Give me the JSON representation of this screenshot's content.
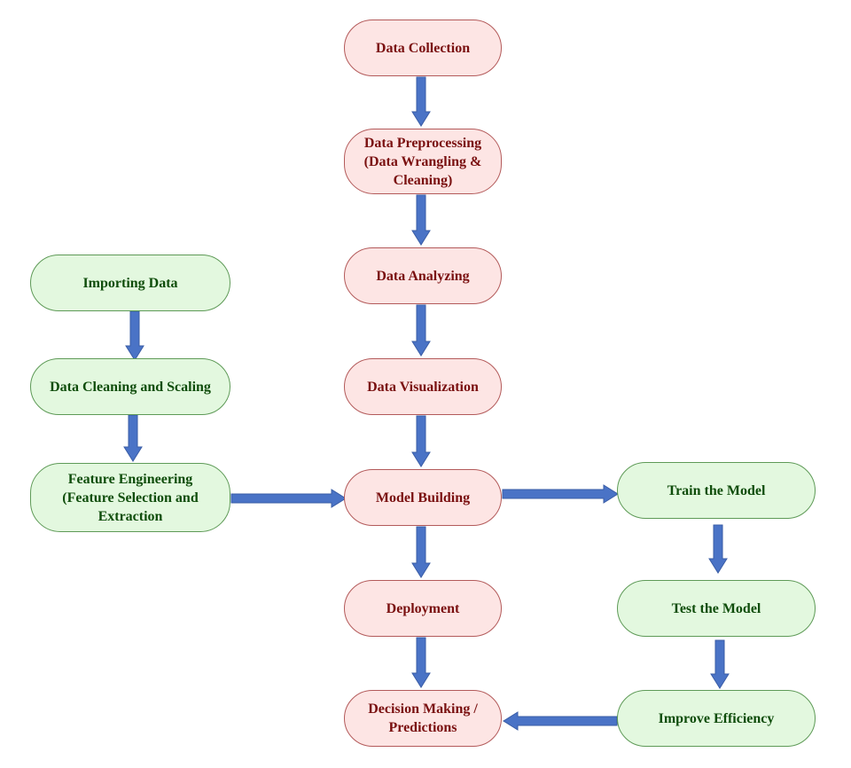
{
  "colors": {
    "main_fill": "#fde5e4",
    "main_text": "#7a1010",
    "side_fill": "#e3f8df",
    "side_text": "#0f4d0b",
    "arrow": "#4a73c6"
  },
  "main_flow": {
    "data_collection": "Data Collection",
    "data_preprocessing": "Data Preprocessing\n(Data Wrangling  &\nCleaning)",
    "data_analyzing": "Data Analyzing",
    "data_visualization": "Data Visualization",
    "model_building": "Model Building",
    "deployment": "Deployment",
    "decision_making": "Decision Making /\nPredictions"
  },
  "left_flow": {
    "importing_data": "Importing Data",
    "data_cleaning": "Data Cleaning and Scaling",
    "feature_engineering": "Feature Engineering\n(Feature Selection and\nExtraction"
  },
  "right_flow": {
    "train_model": "Train the Model",
    "test_model": "Test the Model",
    "improve_efficiency": "Improve Efficiency"
  },
  "edges": [
    {
      "from": "data_collection",
      "to": "data_preprocessing"
    },
    {
      "from": "data_preprocessing",
      "to": "data_analyzing"
    },
    {
      "from": "data_analyzing",
      "to": "data_visualization"
    },
    {
      "from": "data_visualization",
      "to": "model_building"
    },
    {
      "from": "model_building",
      "to": "deployment"
    },
    {
      "from": "deployment",
      "to": "decision_making"
    },
    {
      "from": "importing_data",
      "to": "data_cleaning"
    },
    {
      "from": "data_cleaning",
      "to": "feature_engineering"
    },
    {
      "from": "feature_engineering",
      "to": "model_building"
    },
    {
      "from": "model_building",
      "to": "train_model"
    },
    {
      "from": "train_model",
      "to": "test_model"
    },
    {
      "from": "test_model",
      "to": "improve_efficiency"
    },
    {
      "from": "improve_efficiency",
      "to": "decision_making"
    }
  ]
}
